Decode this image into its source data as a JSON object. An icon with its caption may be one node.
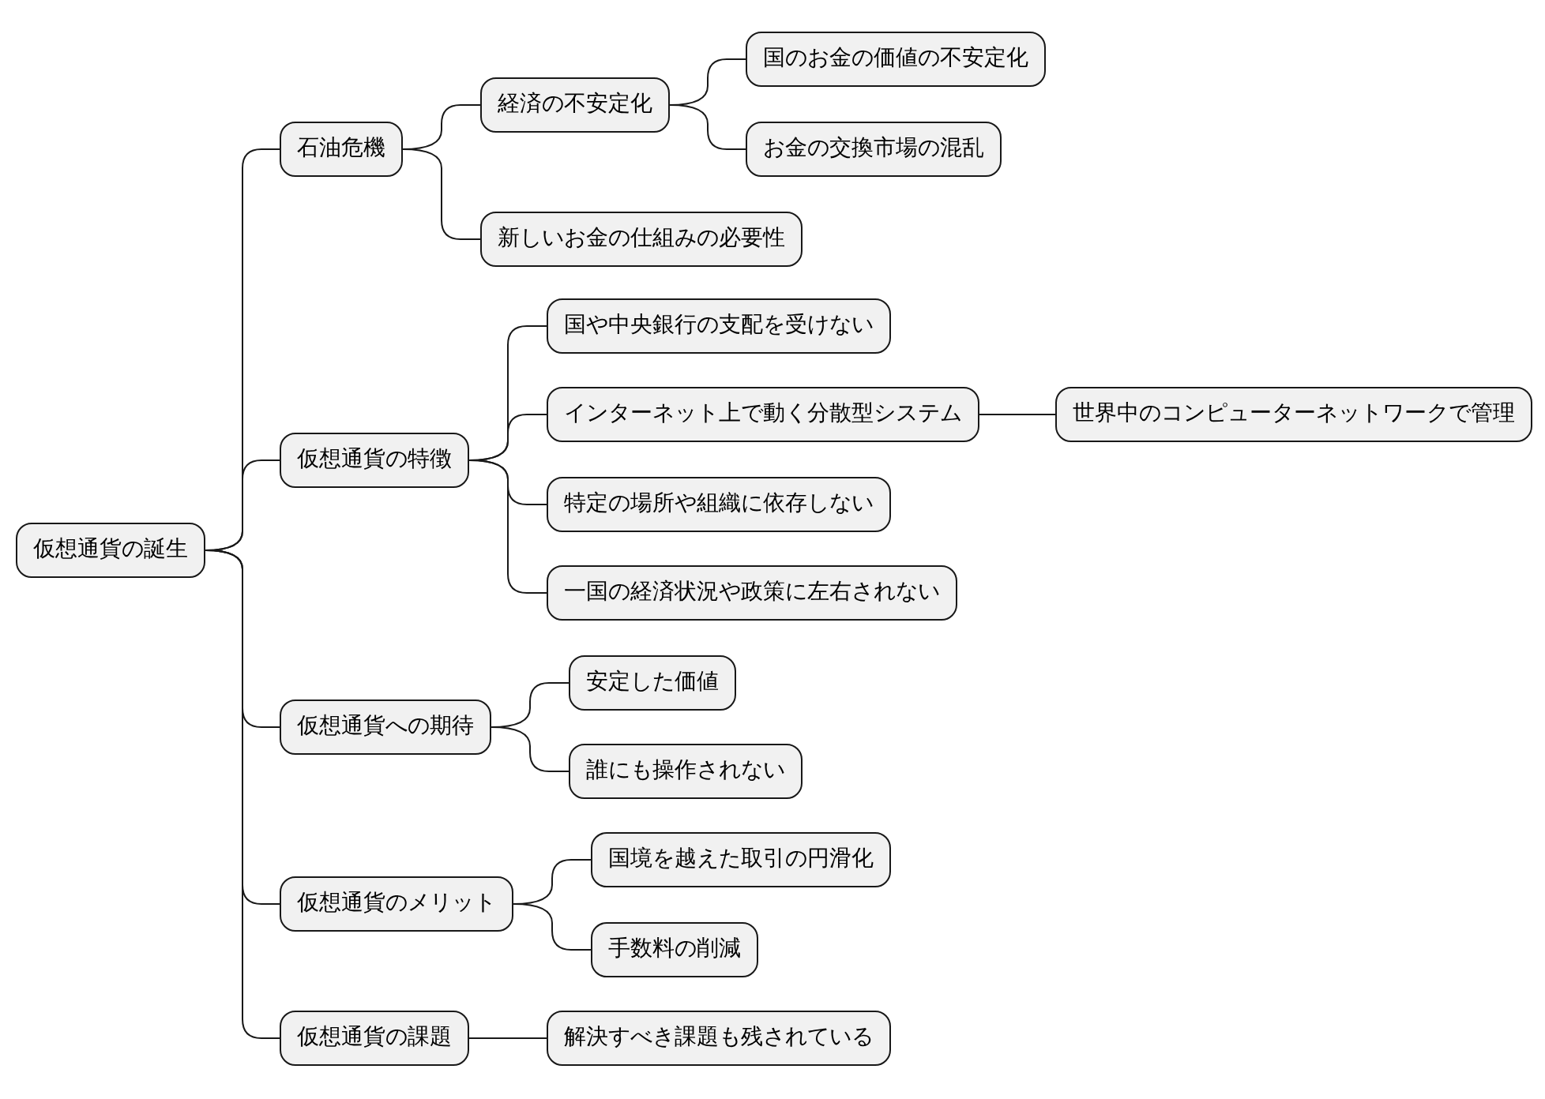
{
  "diagram": {
    "nodes": [
      {
        "text": [
          "仮想通貨の誕生"
        ]
      },
      {
        "text": [
          "石油危機"
        ]
      },
      {
        "text": [
          "経済の不安定化"
        ]
      },
      {
        "text": [
          "国のお金の価値の不安定化"
        ]
      },
      {
        "text": [
          "お金の交換市場の混乱"
        ]
      },
      {
        "text": [
          "新しいお金の仕組みの必要性"
        ]
      },
      {
        "text": [
          "仮想通貨の特徴"
        ]
      },
      {
        "text": [
          "国や中央銀行の支配を受けない"
        ]
      },
      {
        "text": [
          "インターネット上で動く分散型システム"
        ]
      },
      {
        "text": [
          "世界中のコンピューターネットワークで管理"
        ]
      },
      {
        "text": [
          "特定の場所や組織に依存しない"
        ]
      },
      {
        "text": [
          "一国の経済状況や政策に左右されない"
        ]
      },
      {
        "text": [
          "仮想通貨への期待"
        ]
      },
      {
        "text": [
          "安定した価値"
        ]
      },
      {
        "text": [
          "誰にも操作されない"
        ]
      },
      {
        "text": [
          "仮想通貨のメリット"
        ]
      },
      {
        "text": [
          "国境を越えた取引の円滑化"
        ]
      },
      {
        "text": [
          "手数料の削減"
        ]
      },
      {
        "text": [
          "仮想通貨の課題"
        ]
      },
      {
        "text": [
          "解決すべき課題も残されている"
        ]
      }
    ],
    "edges": [
      {
        "from": 0,
        "to": 1,
        "arrow": "none"
      },
      {
        "from": 1,
        "to": 2,
        "arrow": "none"
      },
      {
        "from": 2,
        "to": 3,
        "arrow": "none"
      },
      {
        "from": 2,
        "to": 4,
        "arrow": "none"
      },
      {
        "from": 1,
        "to": 5,
        "arrow": "none"
      },
      {
        "from": 0,
        "to": 6,
        "arrow": "none"
      },
      {
        "from": 6,
        "to": 7,
        "arrow": "none"
      },
      {
        "from": 6,
        "to": 8,
        "arrow": "none"
      },
      {
        "from": 8,
        "to": 9,
        "arrow": "none"
      },
      {
        "from": 6,
        "to": 10,
        "arrow": "none"
      },
      {
        "from": 6,
        "to": 11,
        "arrow": "none"
      },
      {
        "from": 0,
        "to": 12,
        "arrow": "none"
      },
      {
        "from": 12,
        "to": 13,
        "arrow": "none"
      },
      {
        "from": 12,
        "to": 14,
        "arrow": "none"
      },
      {
        "from": 0,
        "to": 15,
        "arrow": "none"
      },
      {
        "from": 15,
        "to": 16,
        "arrow": "none"
      },
      {
        "from": 15,
        "to": 17,
        "arrow": "none"
      },
      {
        "from": 0,
        "to": 18,
        "arrow": "none"
      },
      {
        "from": 18,
        "to": 19,
        "arrow": "none"
      }
    ]
  }
}
